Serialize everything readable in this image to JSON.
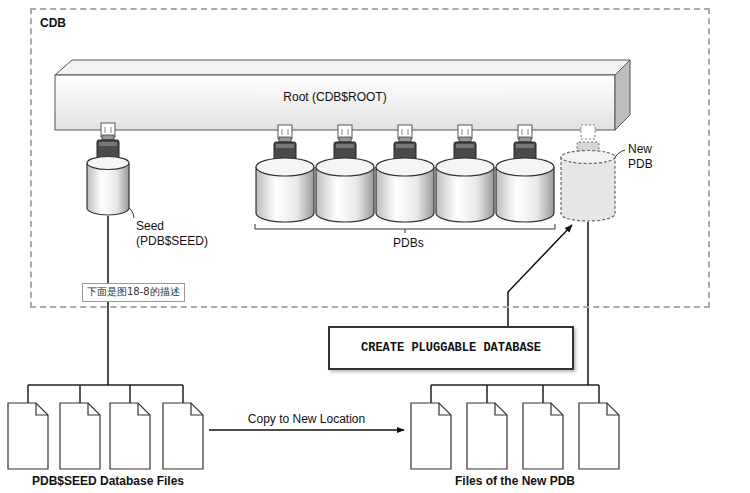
{
  "diagram": {
    "nodes": [
      {
        "text": [
          "CDB"
        ]
      },
      {
        "text": [
          "Root (CDB$ROOT)"
        ],
        "in": 0
      },
      {
        "text": [
          "Seed (PDB$SEED)"
        ],
        "in": 0
      },
      {
        "text": [
          "New PDB"
        ],
        "in": 0
      },
      {
        "text": [
          "下面是图18-8的描述"
        ],
        "in": 0
      },
      {
        "text": [
          "CREATE PLUGGABLE DATABASE"
        ]
      },
      {
        "text": [
          "PDB$SEED Database Files"
        ]
      },
      {
        "text": [
          "Files of the New PDB"
        ]
      }
    ],
    "edges": [
      {
        "from": 2,
        "to": 6,
        "arrow": "none"
      },
      {
        "from": 6,
        "to": 7,
        "label": "Copy to New Location",
        "arrow": "to"
      },
      {
        "from": 5,
        "to": 3,
        "arrow": "to"
      },
      {
        "from": 3,
        "to": 7,
        "arrow": "none"
      }
    ],
    "labels": [
      "PDBs"
    ]
  }
}
